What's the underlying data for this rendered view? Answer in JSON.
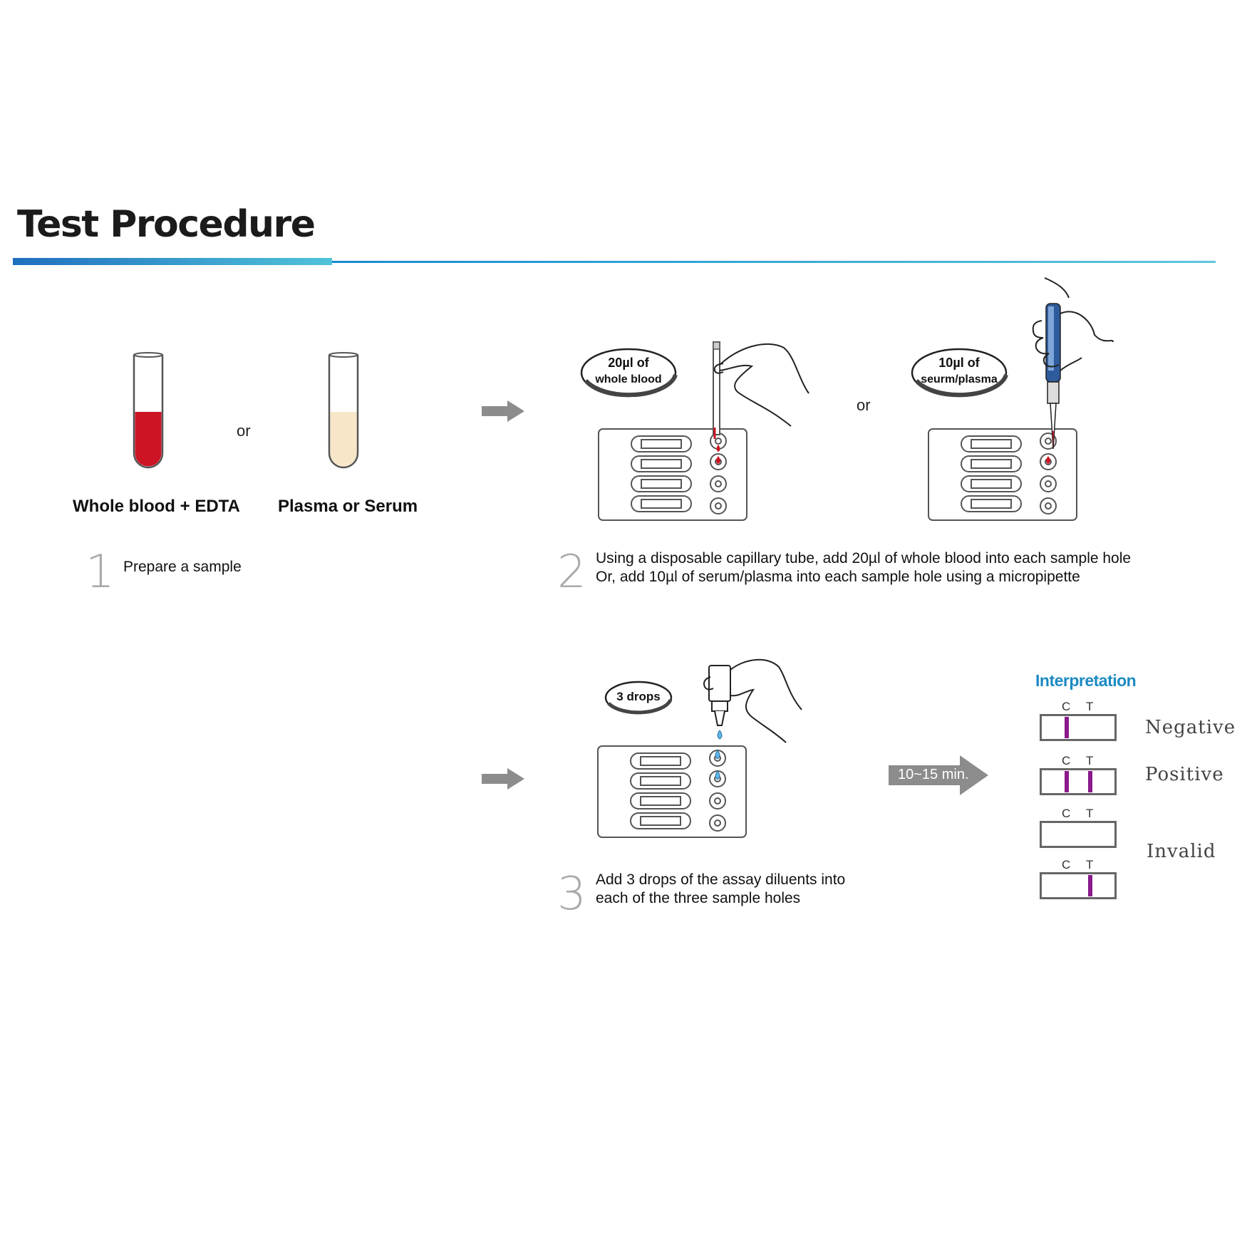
{
  "header": {
    "title": "Test Procedure"
  },
  "step1": {
    "tube_whole_blood_label": "Whole blood + EDTA",
    "or_label": "or",
    "tube_plasma_label": "Plasma or Serum",
    "number": "1",
    "text": "Prepare a sample"
  },
  "step2": {
    "pill_whole_blood": [
      "20µl of",
      "whole blood"
    ],
    "or_label": "or",
    "pill_serum": [
      "10µl of",
      "seurm/plasma"
    ],
    "number": "2",
    "text": [
      "Using a disposable capillary tube, add 20µl of whole blood into each sample hole",
      "Or, add 10µl of serum/plasma into each sample hole using a micropipette"
    ]
  },
  "step3": {
    "pill_drops": "3 drops",
    "number": "3",
    "text": [
      "Add 3 drops of the assay diluents into",
      "each of the three sample holes"
    ],
    "timer": "10~15 min."
  },
  "interpretation": {
    "title": "Interpretation",
    "c_label": "C",
    "t_label": "T",
    "results": [
      "Negative",
      "Positive",
      "Invalid"
    ]
  },
  "colors": {
    "blood": "#cc1424",
    "plasma": "#f7e6c8",
    "line": "#8b1a8b",
    "title_accent": "#1c8ac2",
    "arrow": "#8c8c8c"
  }
}
